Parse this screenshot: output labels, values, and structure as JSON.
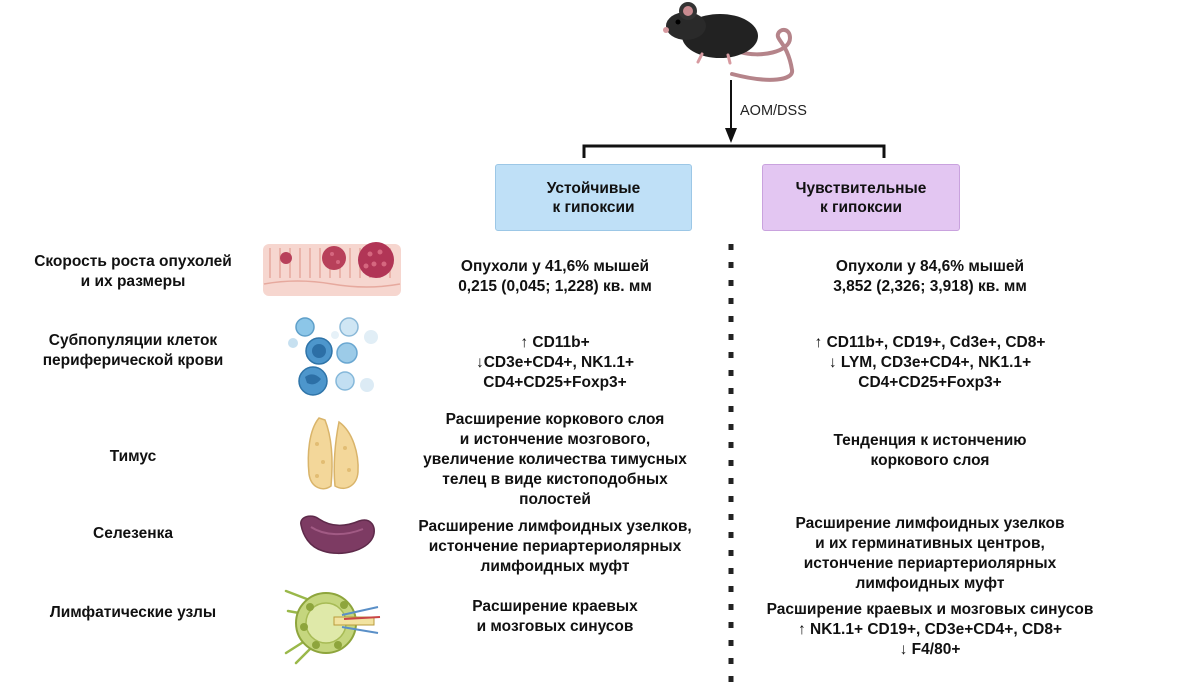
{
  "treatment_label": "AOM/DSS",
  "groups": {
    "resistant": {
      "label": "Устойчивые\nк гипоксии",
      "color": "#bfe0f7"
    },
    "sensitive": {
      "label": "Чувствительные\nк гипоксии",
      "color": "#e3c6f2"
    }
  },
  "rows": [
    {
      "label": "Скорость роста опухолей\nи их размеры",
      "icon": "colon-tumor-icon",
      "resistant": "Опухоли у 41,6% мышей\n0,215 (0,045; 1,228) кв. мм",
      "sensitive": "Опухоли у 84,6% мышей\n3,852 (2,326; 3,918) кв. мм"
    },
    {
      "label": "Субпопуляции клеток\nпериферической крови",
      "icon": "blood-cells-icon",
      "resistant": "↑ CD11b+\n↓CD3e+CD4+, NK1.1+\nCD4+CD25+Foxp3+",
      "sensitive": "↑ CD11b+, CD19+, Cd3e+, CD8+\n↓ LYM, CD3e+CD4+, NK1.1+\nCD4+CD25+Foxp3+"
    },
    {
      "label": "Тимус",
      "icon": "thymus-icon",
      "resistant": "Расширение коркового слоя\nи истончение мозгового,\nувеличение количества тимусных\nтелец в виде кистоподобных\nполостей",
      "sensitive": "Тенденция к истончению\nкоркового слоя"
    },
    {
      "label": "Селезенка",
      "icon": "spleen-icon",
      "resistant": "Расширение лимфоидных узелков,\nистончение периартериолярных\nлимфоидных муфт",
      "sensitive": "Расширение лимфоидных узелков\nи их герминативных центров,\nистончение периартериолярных\nлимфоидных муфт"
    },
    {
      "label": "Лимфатические узлы",
      "icon": "lymph-node-icon",
      "resistant": "Расширение краевых\nи мозговых синусов",
      "sensitive": "Расширение краевых и мозговых синусов\n↑ NK1.1+ CD19+, CD3e+CD4+, CD8+\n↓ F4/80+"
    }
  ]
}
